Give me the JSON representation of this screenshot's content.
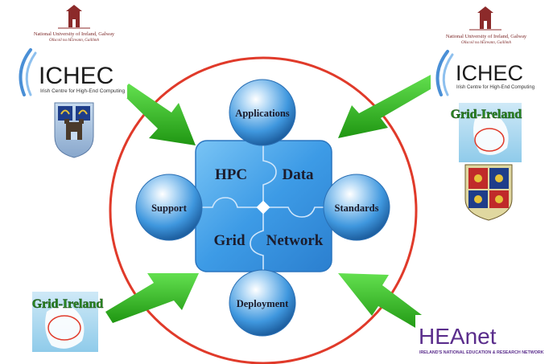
{
  "hub": {
    "pieces": [
      "HPC",
      "Data",
      "Grid",
      "Network"
    ]
  },
  "spheres": {
    "top": "Applications",
    "left": "Support",
    "right": "Standards",
    "bottom": "Deployment"
  },
  "logos": {
    "nuig_top_left": {
      "line1": "National University of Ireland, Galway",
      "line2": "Ollscoil na hÉireann, Gaillimh"
    },
    "ichec_left": {
      "name": "ICHEC",
      "subtitle": "Irish Centre for High-End Computing"
    },
    "nuig_top_right": {
      "line1": "National University of Ireland, Galway",
      "line2": "Ollscoil na hÉireann, Gaillimh"
    },
    "ichec_right": {
      "name": "ICHEC",
      "subtitle": "Irish Centre for High-End Computing"
    },
    "gridireland_right": {
      "name": "Grid-Ireland"
    },
    "gridireland_left": {
      "name": "Grid-Ireland"
    },
    "heanet": {
      "name": "HEAnet",
      "subtitle": "IRELAND'S NATIONAL EDUCATION & RESEARCH NETWORK"
    }
  },
  "colors": {
    "ring": "#e03a2a",
    "hub": "#3d9be6",
    "arrow": "#2db41e",
    "sphere": "#4aa3e8",
    "heanet": "#5a2d8c"
  }
}
